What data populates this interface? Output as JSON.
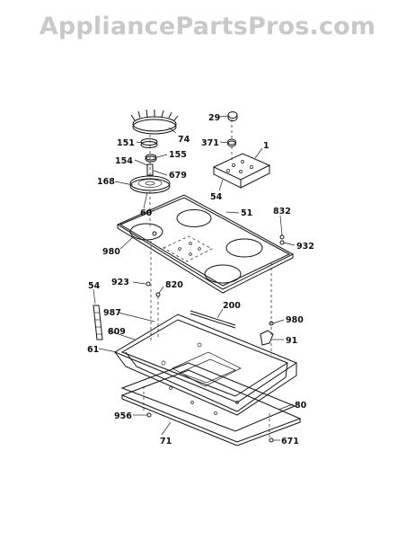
{
  "watermark": "AppliancePartsPros.com",
  "callouts": [
    {
      "id": "c74",
      "text": "74"
    },
    {
      "id": "c29",
      "text": "29"
    },
    {
      "id": "c151",
      "text": "151"
    },
    {
      "id": "c155",
      "text": "155"
    },
    {
      "id": "c371",
      "text": "371"
    },
    {
      "id": "c1",
      "text": "1"
    },
    {
      "id": "c154",
      "text": "154"
    },
    {
      "id": "c679",
      "text": "679"
    },
    {
      "id": "c168",
      "text": "168"
    },
    {
      "id": "c54a",
      "text": "54"
    },
    {
      "id": "c60",
      "text": "60"
    },
    {
      "id": "c51",
      "text": "51"
    },
    {
      "id": "c832",
      "text": "832"
    },
    {
      "id": "c980a",
      "text": "980"
    },
    {
      "id": "c932",
      "text": "932"
    },
    {
      "id": "c923",
      "text": "923"
    },
    {
      "id": "c820",
      "text": "820"
    },
    {
      "id": "c54b",
      "text": "54"
    },
    {
      "id": "c987",
      "text": "987"
    },
    {
      "id": "c200",
      "text": "200"
    },
    {
      "id": "c980b",
      "text": "980"
    },
    {
      "id": "c809",
      "text": "809"
    },
    {
      "id": "c91",
      "text": "91"
    },
    {
      "id": "c61",
      "text": "61"
    },
    {
      "id": "c80",
      "text": "80"
    },
    {
      "id": "c956",
      "text": "956"
    },
    {
      "id": "c71",
      "text": "71"
    },
    {
      "id": "c671",
      "text": "671"
    }
  ]
}
